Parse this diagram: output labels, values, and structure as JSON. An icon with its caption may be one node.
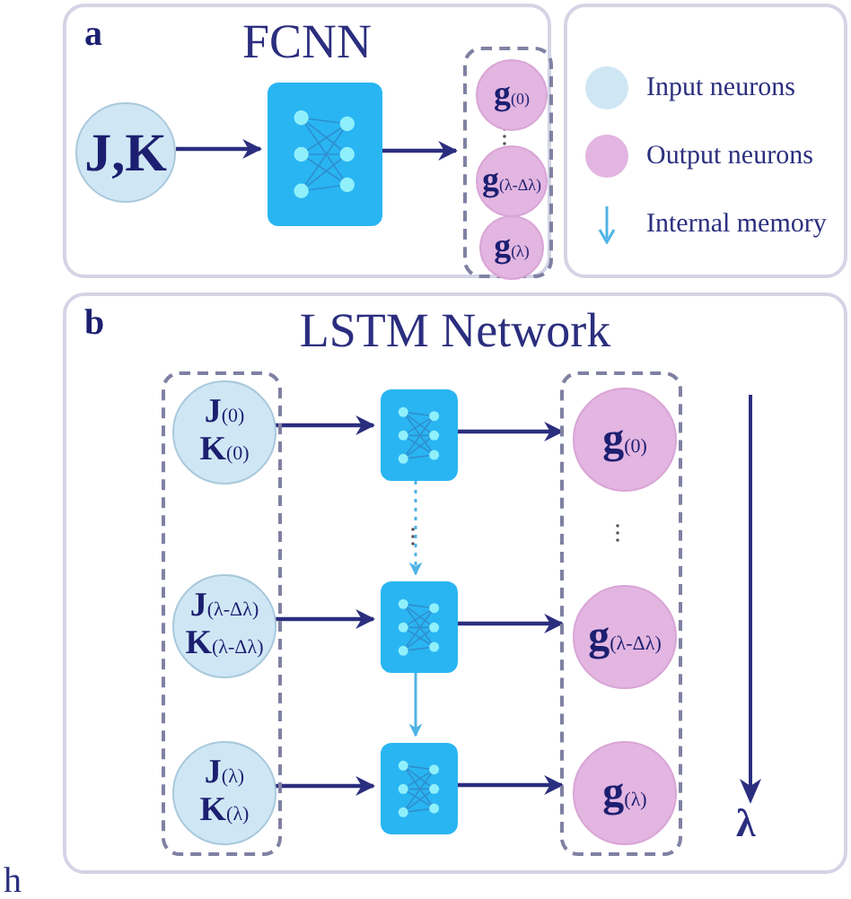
{
  "diagram": {
    "nodes": [
      {
        "text": [
          "a",
          "FCNN"
        ]
      },
      {
        "text": [
          "J,K"
        ],
        "in": 0
      },
      {
        "text": [],
        "shape": "box",
        "in": 0
      },
      {
        "text": [],
        "shape": "box",
        "in": 0
      },
      {
        "text": [
          "**g**(0)"
        ],
        "in": 3
      },
      {
        "text": [
          "**g**(λ-Δλ)"
        ],
        "in": 3
      },
      {
        "text": [
          "**g**(λ)"
        ],
        "in": 3
      },
      {
        "text": [
          "b",
          "LSTM Network"
        ]
      },
      {
        "text": [],
        "shape": "box",
        "in": 7
      },
      {
        "text": [
          "**J**(0)",
          "**K**(0)"
        ],
        "in": 8
      },
      {
        "text": [
          "**J**(λ-Δλ)",
          "**K**(λ-Δλ)"
        ],
        "in": 8
      },
      {
        "text": [
          "**J**(λ)",
          "**K**(λ)"
        ],
        "in": 8
      },
      {
        "text": [],
        "shape": "box",
        "in": 7
      },
      {
        "text": [],
        "shape": "box",
        "in": 7
      },
      {
        "text": [],
        "shape": "box",
        "in": 7
      },
      {
        "text": [],
        "shape": "box",
        "in": 7
      },
      {
        "text": [
          "**g**(0)"
        ],
        "in": 15
      },
      {
        "text": [
          "**g**(λ-Δλ)"
        ],
        "in": 15
      },
      {
        "text": [
          "**g**(λ)"
        ],
        "in": 15
      }
    ],
    "edges": [
      {
        "from": 1,
        "to": 2,
        "arrow": "to"
      },
      {
        "from": 2,
        "to": 3,
        "arrow": "to"
      },
      {
        "from": 9,
        "to": 12,
        "arrow": "to"
      },
      {
        "from": 12,
        "to": 16,
        "arrow": "to"
      },
      {
        "from": 10,
        "to": 13,
        "arrow": "to"
      },
      {
        "from": 13,
        "to": 17,
        "arrow": "to"
      },
      {
        "from": 11,
        "to": 14,
        "arrow": "to"
      },
      {
        "from": 14,
        "to": 18,
        "arrow": "to"
      },
      {
        "from": 12,
        "to": 13,
        "arrow": "to",
        "style": "dashed",
        "color": "#4fb3e6"
      },
      {
        "from": 13,
        "to": 14,
        "arrow": "to",
        "color": "#4fb3e6"
      }
    ],
    "labels": [
      "λ",
      "h"
    ],
    "legend": [
      {
        "text": "Input neurons",
        "color": "#cfe7f5"
      },
      {
        "text": "Output neurons",
        "color": "#e3b5e1"
      },
      {
        "text": "Internal memory"
      }
    ]
  }
}
